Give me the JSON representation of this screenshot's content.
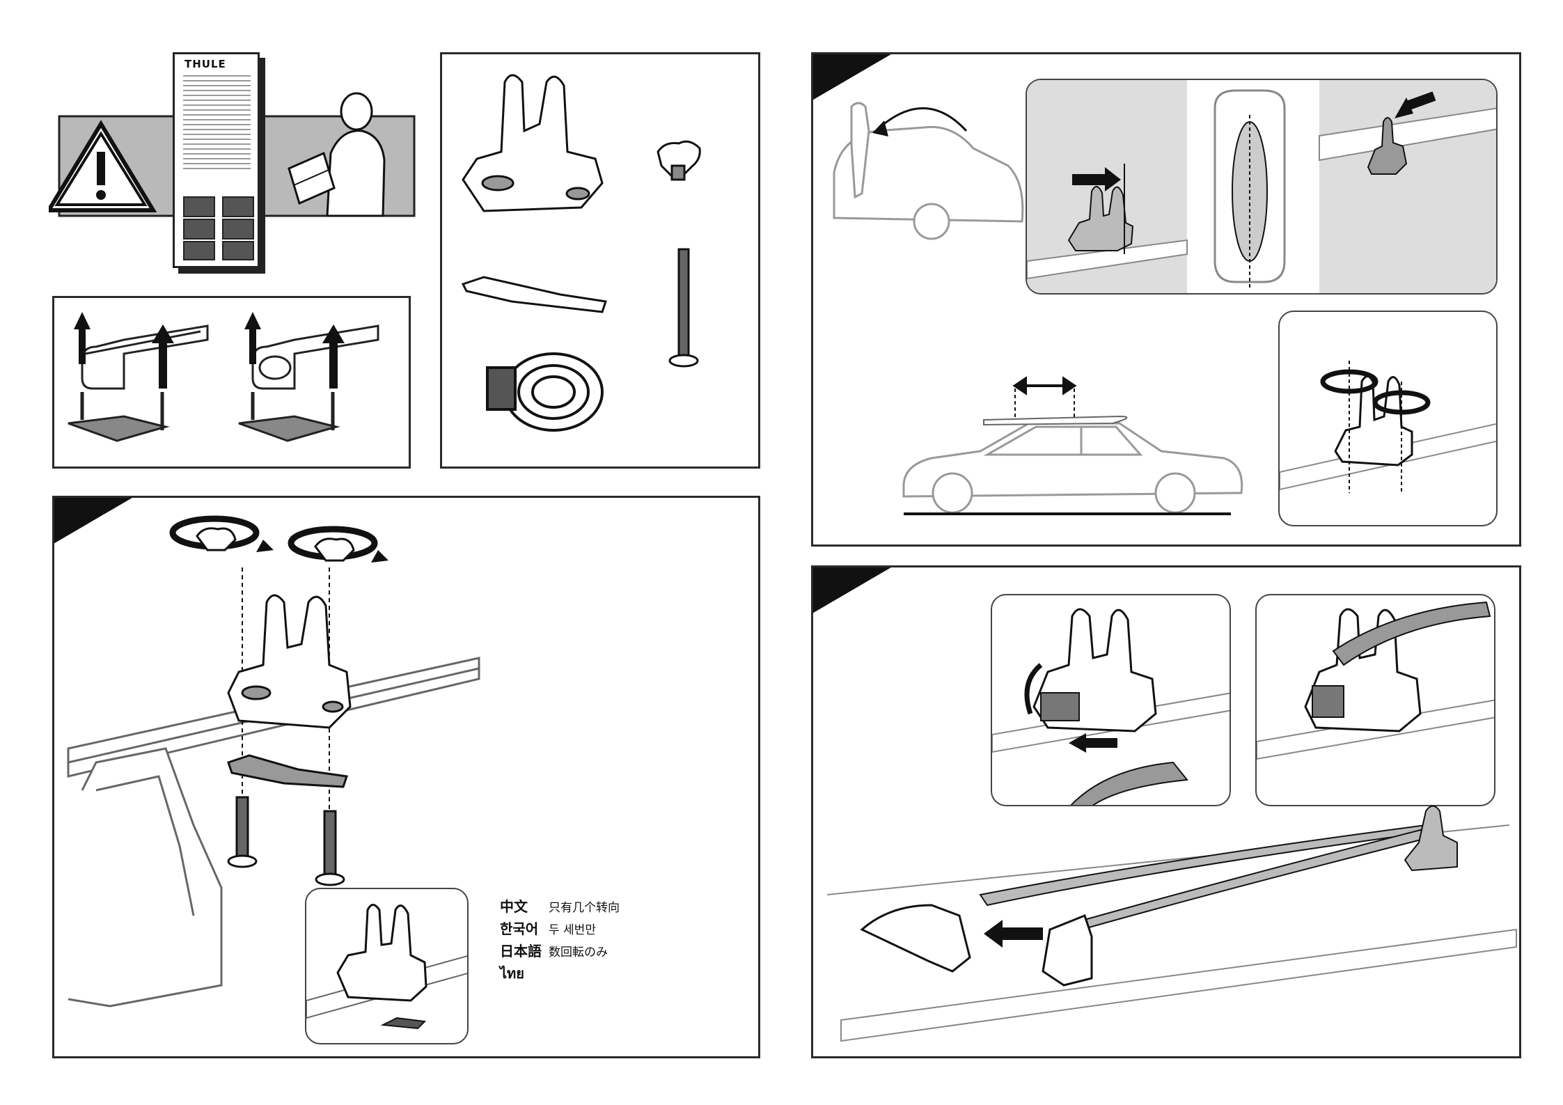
{
  "booklet": {
    "brand": "THULE"
  },
  "languages": [
    {
      "label": "中文",
      "text": "只有几个转向"
    },
    {
      "label": "한국어",
      "text": "두 세번만"
    },
    {
      "label": "日本語",
      "text": "数回転のみ"
    },
    {
      "label": "ไทย",
      "text": ""
    }
  ],
  "icons": [
    "warning-icon",
    "reading-person-icon",
    "rotate-arrow-icon",
    "push-arrow-icon",
    "double-arrow-icon"
  ],
  "colors": {
    "line": "#2a2a2a",
    "fill_gray": "#b9b9b9",
    "dark": "#111111"
  }
}
